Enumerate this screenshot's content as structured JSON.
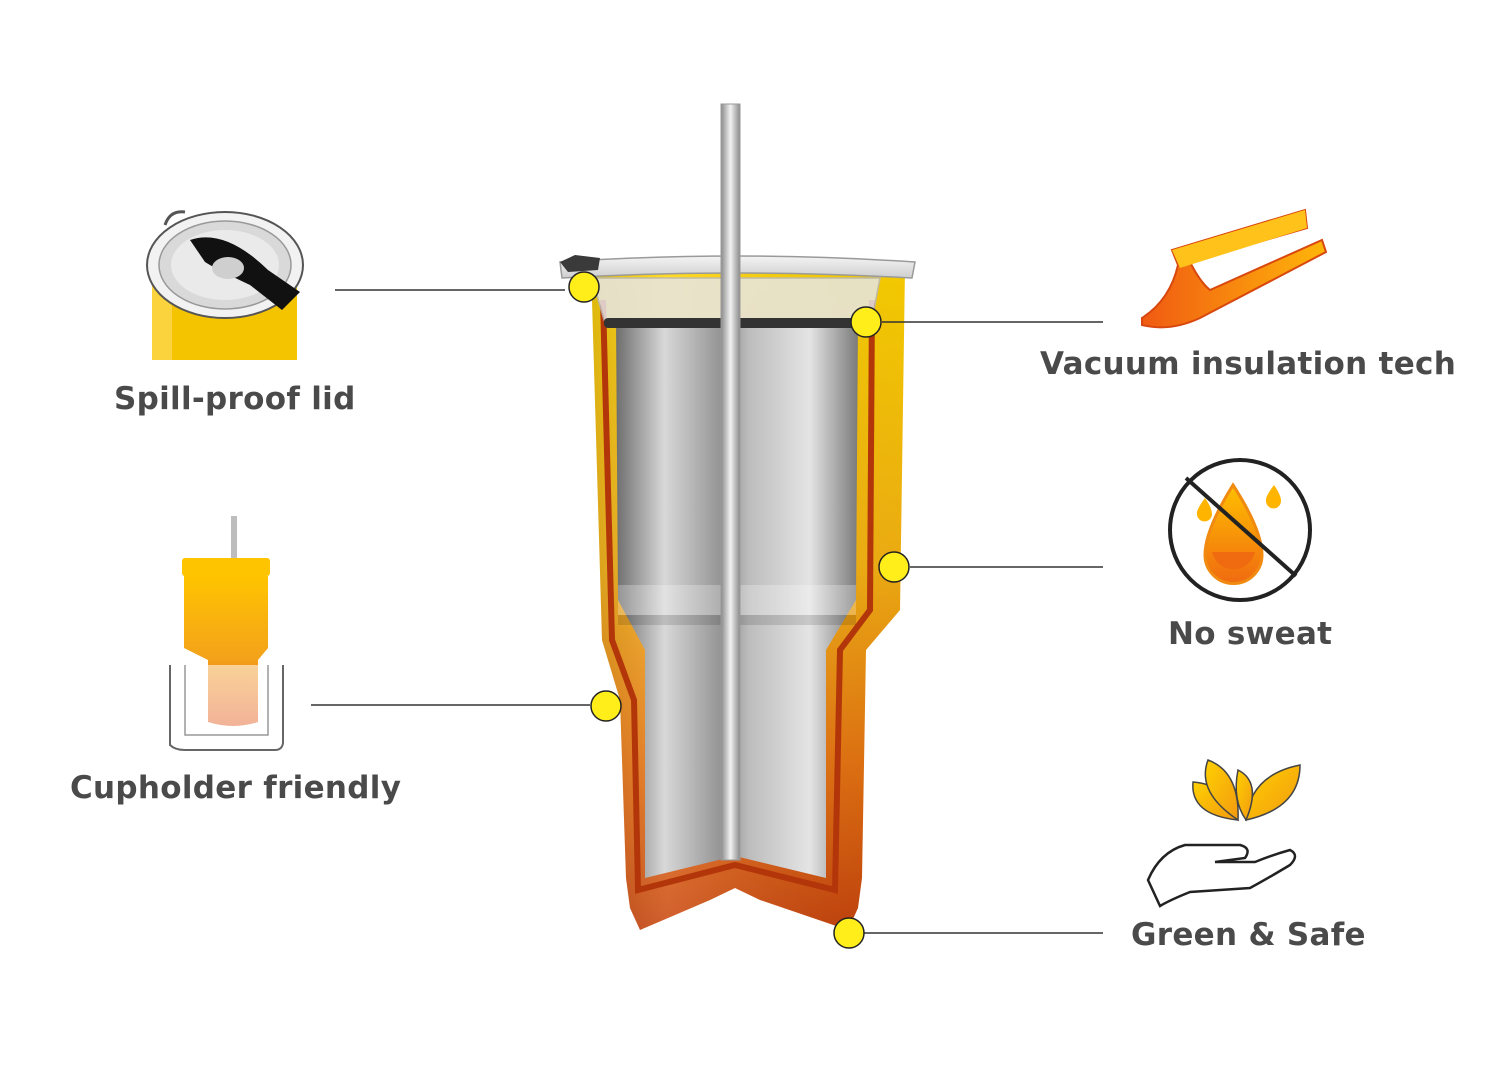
{
  "features": {
    "spill_proof": "Spill-proof lid",
    "cupholder": "Cupholder friendly",
    "vacuum": "Vacuum insulation tech",
    "no_sweat": "No sweat",
    "green_safe": "Green & Safe"
  },
  "icons": {
    "spill_proof": "tumbler-lid-icon",
    "cupholder": "cupholder-icon",
    "vacuum": "insulation-layer-icon",
    "no_sweat": "no-condensation-icon",
    "green_safe": "leaves-in-hand-icon"
  },
  "colors": {
    "accent_yellow": "#ffd400",
    "orange": "#f08a10",
    "deep_orange": "#c8420a",
    "steel": "#9a9a9a",
    "text": "#4a4a4a"
  }
}
